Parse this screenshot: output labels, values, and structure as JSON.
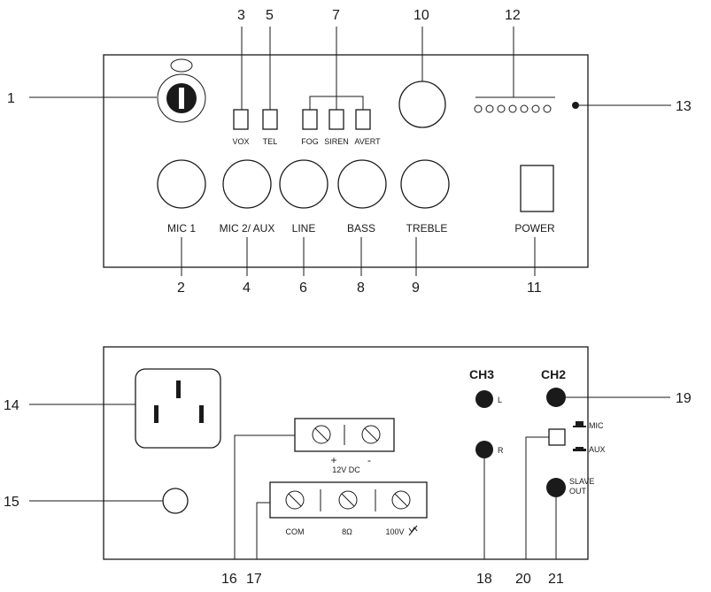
{
  "front_panel": {
    "callouts": [
      "1",
      "2",
      "3",
      "4",
      "5",
      "6",
      "7",
      "8",
      "9",
      "10",
      "11",
      "12",
      "13"
    ],
    "labels": {
      "vox": "VOX",
      "tel": "TEL",
      "fog": "FOG",
      "siren": "SIREN",
      "avert": "AVERT",
      "mic1": "MIC 1",
      "mic2_aux": "MIC 2/ AUX",
      "line": "LINE",
      "bass": "BASS",
      "treble": "TREBLE",
      "power": "POWER"
    }
  },
  "rear_panel": {
    "callouts": [
      "14",
      "15",
      "16",
      "17",
      "18",
      "19",
      "20",
      "21"
    ],
    "labels": {
      "ch3": "CH3",
      "ch2": "CH2",
      "l": "L",
      "r": "R",
      "mic": "MIC",
      "aux": "AUX",
      "slave": "SLAVE",
      "out": "OUT",
      "plus": "+",
      "dc12v": "12V DC",
      "minus": "-",
      "com": "COM",
      "ohm8": "8Ω",
      "v100": "100V"
    }
  }
}
